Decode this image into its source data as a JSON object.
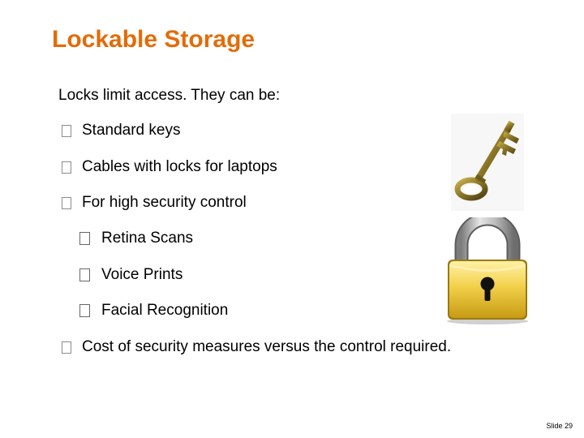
{
  "slide": {
    "title": "Lockable Storage",
    "intro": "Locks limit access. They can be:",
    "bullets": [
      {
        "text": "Standard keys",
        "level": 1
      },
      {
        "text": "Cables with locks for laptops",
        "level": 1
      },
      {
        "text": "For high security control",
        "level": 1
      },
      {
        "text": "Retina Scans",
        "level": 2
      },
      {
        "text": "Voice Prints",
        "level": 2
      },
      {
        "text": "Facial Recognition",
        "level": 2
      },
      {
        "text": "Cost of security measures versus the control required.",
        "level": 1
      }
    ],
    "slide_number": "Slide 29",
    "images": {
      "key": "skeleton-key-icon",
      "lock": "padlock-icon"
    },
    "colors": {
      "title": "#e36c09",
      "text": "#000000",
      "key_brass": "#8a7424",
      "lock_gold": "#f2d04a",
      "lock_shackle": "#b5b5b5"
    }
  }
}
